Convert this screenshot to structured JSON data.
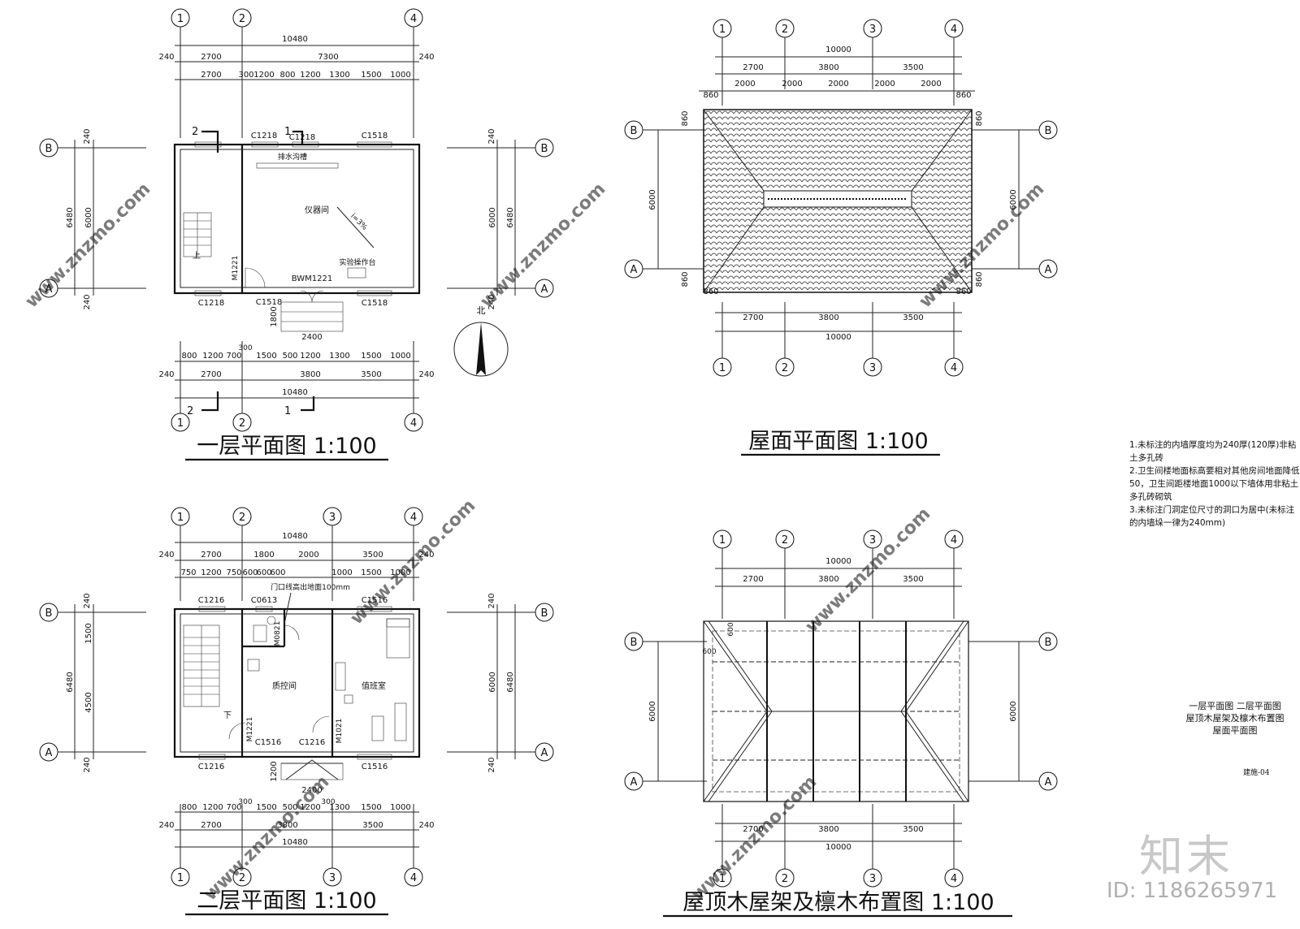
{
  "plans": {
    "ground": {
      "title": "一层平面图 1:100",
      "axes_h": [
        "1",
        "2",
        "4"
      ],
      "axes_v": [
        "B",
        "A"
      ],
      "dims_top_total": "10480",
      "dims_top_row1": [
        "240",
        "2700",
        "7300",
        "240"
      ],
      "dims_top_row2": [
        "2700",
        "300",
        "1200",
        "800",
        "1200",
        "1300",
        "1500",
        "1000"
      ],
      "dims_bottom_row1": [
        "800",
        "1200",
        "700",
        "1500",
        "500",
        "1200",
        "1300",
        "1500",
        "1000"
      ],
      "dims_bottom_row2": [
        "240",
        "2700",
        "3800",
        "3500",
        "240"
      ],
      "dims_bottom_total": "10480",
      "dims_bottom_extra": "300",
      "dims_left": [
        "240",
        "6000",
        "6480",
        "240"
      ],
      "dims_right": [
        "240",
        "6000",
        "6480",
        "240"
      ],
      "windows": [
        "C1218",
        "C1218",
        "C1518",
        "C1218",
        "C1518",
        "C1518"
      ],
      "doors": [
        "M1221",
        "BWM1221"
      ],
      "rooms": [
        "仪器间",
        "实验操作台",
        "排水沟槽"
      ],
      "slope": "i=3%",
      "stair_label": "上",
      "step_dims": [
        "1800",
        "2400"
      ],
      "section_marks": [
        "1",
        "2"
      ],
      "north": "北"
    },
    "upper": {
      "title": "二层平面图 1:100",
      "axes_h": [
        "1",
        "2",
        "3",
        "4"
      ],
      "axes_v": [
        "B",
        "A"
      ],
      "dims_top_total": "10480",
      "dims_top_row1": [
        "240",
        "2700",
        "1800",
        "2000",
        "3500",
        "240"
      ],
      "dims_top_row2": [
        "750",
        "1200",
        "750",
        "600",
        "600",
        "600",
        "1000",
        "1500",
        "1000"
      ],
      "dims_bottom_row1": [
        "800",
        "1200",
        "700",
        "1500",
        "500",
        "1200",
        "1300",
        "1500",
        "1000"
      ],
      "dims_bottom_row2": [
        "240",
        "2700",
        "3800",
        "3500",
        "240"
      ],
      "dims_bottom_total": "10480",
      "dims_bottom_extra": "300",
      "dims_left": [
        "240",
        "1500",
        "4500",
        "6480",
        "240"
      ],
      "dims_right": [
        "240",
        "6000",
        "6480",
        "240"
      ],
      "windows": [
        "C1216",
        "C0613",
        "C1516",
        "C1516",
        "C1216",
        "C1216",
        "C1516"
      ],
      "doors": [
        "M0821",
        "M1221",
        "M1021"
      ],
      "rooms": [
        "质控间",
        "值班室"
      ],
      "note": "门口线高出地面100mm",
      "stair_label": "下",
      "step_dims": [
        "1200",
        "2400",
        "300"
      ]
    },
    "roof": {
      "title": "屋面平面图 1:100",
      "axes_h": [
        "1",
        "2",
        "3",
        "4"
      ],
      "axes_v": [
        "B",
        "A"
      ],
      "dims_top_total": "10000",
      "dims_top_row1": [
        "2700",
        "3800",
        "3500"
      ],
      "dims_top_row2": [
        "2000",
        "2000",
        "2000",
        "2000",
        "2000"
      ],
      "overhang": "860",
      "dims_bottom_row1": [
        "2700",
        "3800",
        "3500"
      ],
      "dims_bottom_total": "10000",
      "dims_side": "6000"
    },
    "truss": {
      "title": "屋顶木屋架及檩木布置图 1:100",
      "axes_h": [
        "1",
        "2",
        "3",
        "4"
      ],
      "axes_v": [
        "B",
        "A"
      ],
      "dims_top_total": "10000",
      "dims_top_row1": [
        "2700",
        "3800",
        "3500"
      ],
      "overhang": "600",
      "dims_bottom_row1": [
        "2700",
        "3800",
        "3500"
      ],
      "dims_bottom_total": "10000",
      "dims_side": "6000"
    }
  },
  "notes": [
    "1.未标注的内墙厚度均为240厚(120厚)非粘土多孔砖",
    "2.卫生间楼地面标高要相对其他房间地面降低50，卫生间距楼地面1000以下墙体用非粘土多孔砖砌筑",
    "3.未标注门洞定位尺寸的洞口为居中(未标注的内墙垛一律为240mm)"
  ],
  "sheet_info": {
    "title_lines": [
      "一层平面图  二层平面图",
      "屋顶木屋架及檩木布置图",
      "屋面平面图"
    ],
    "number": "建施-04"
  },
  "watermark": {
    "text": "www.znzmo.com",
    "brand": "知末",
    "id": "ID: 1186265971"
  }
}
